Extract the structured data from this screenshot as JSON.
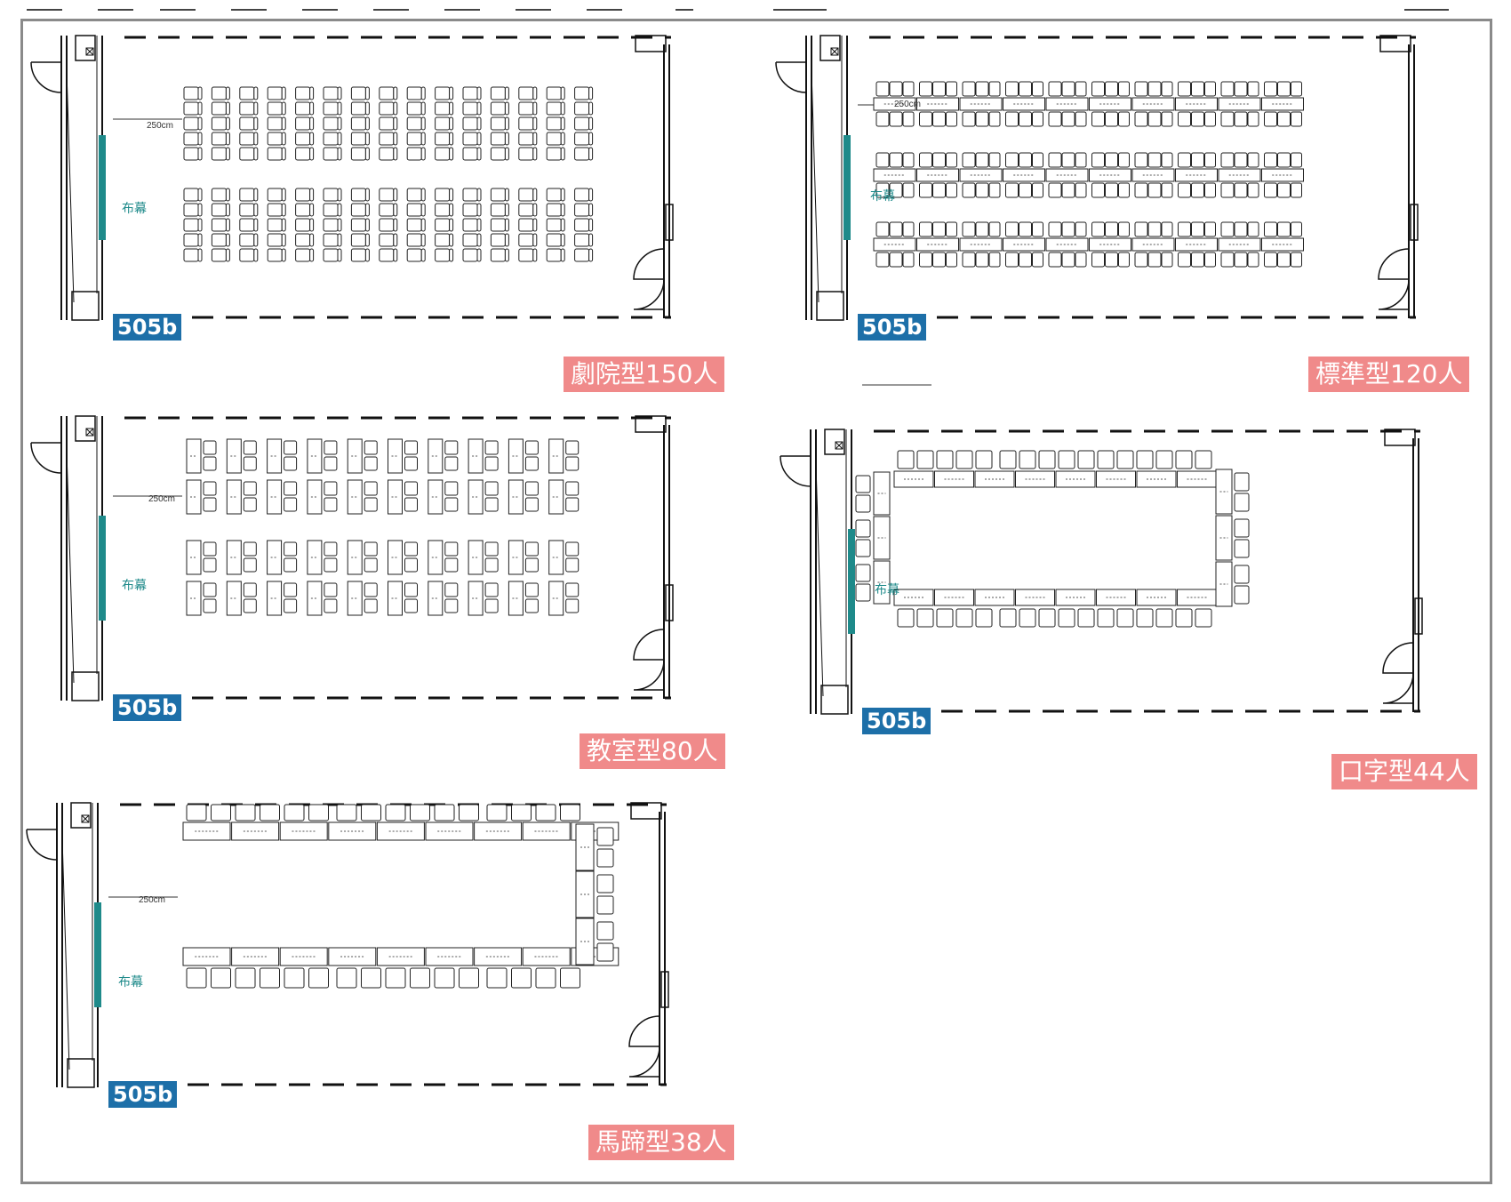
{
  "room_code": "505b",
  "screen_label": "布幕",
  "dimension_label": "250cm",
  "colors": {
    "room_code_bg": "#1d6fa8",
    "capacity_bg": "#f08a8a",
    "screen": "#1e8a8a",
    "frame": "#8a8a8a"
  },
  "layouts": [
    {
      "id": "theater",
      "caption": "劇院型150人"
    },
    {
      "id": "standard",
      "caption": "標準型120人"
    },
    {
      "id": "classroom",
      "caption": "教室型80人"
    },
    {
      "id": "hollow",
      "caption": "口字型44人"
    },
    {
      "id": "ushape",
      "caption": "馬蹄型38人"
    }
  ]
}
